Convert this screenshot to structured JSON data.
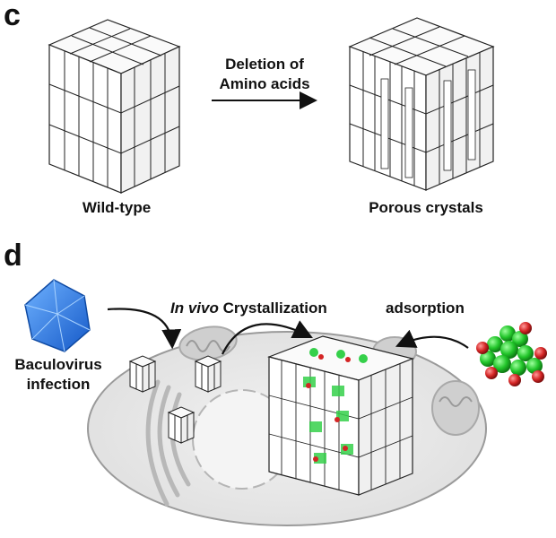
{
  "panel_c": {
    "letter": "c",
    "arrow_label_line1": "Deletion of",
    "arrow_label_line2": "Amino acids",
    "left_caption": "Wild-type",
    "right_caption": "Porous crystals"
  },
  "panel_d": {
    "letter": "d",
    "virus_label_line1": "Baculovirus",
    "virus_label_line2": "infection",
    "crystallization_label_italic": "In vivo",
    "crystallization_label_rest": " Crystallization",
    "adsorption_label": "adsorption"
  },
  "colors": {
    "virus_blue": "#2f7de0",
    "molecule_green": "#2ecc40",
    "molecule_red": "#d32f2f",
    "cell_fill": "#e9e9e9",
    "cell_stroke": "#9a9a9a",
    "block_fill": "#ffffff",
    "block_stroke": "#222222"
  }
}
